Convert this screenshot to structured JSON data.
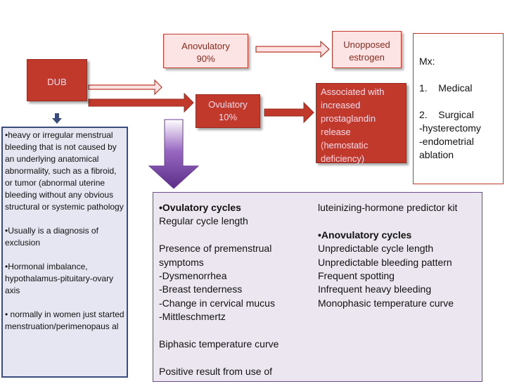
{
  "dub": "DUB",
  "anovulatory": {
    "label": "Anovulatory",
    "pct": "90%"
  },
  "ovulatory": {
    "label": "Ovulatory",
    "pct": "10%"
  },
  "unopposed": {
    "line1": "Unopposed",
    "line2": "estrogen"
  },
  "associated": [
    "Associated with",
    "increased",
    "prostaglandin",
    "release",
    "(hemostatic",
    "deficiency)"
  ],
  "mx": {
    "title": "Mx:",
    "item1": "1.    Medical",
    "item2": "2.    Surgical",
    "line3": "-hysterectomy",
    "line4": "-endometrial",
    "line5": "ablation"
  },
  "definition": [
    "•heavy or irregular menstrual bleeding that is not caused by an underlying anatomical abnormality, such as a fibroid, or tumor (abnormal uterine bleeding without any obvious structural or systemic pathology",
    "•Usually is a diagnosis of exclusion",
    "•Hormonal imbalance, hypothalamus-pituitary-ovary axis",
    "• normally in women just started menstruation/perimenopaus al"
  ],
  "cycles": {
    "ovulatory_title": "•Ovulatory cycles",
    "ov1": "Regular cycle length",
    "ov2": "Presence of premenstrual",
    "ov3": "symptoms",
    "ov4": "-Dysmenorrhea",
    "ov5": "-Breast tenderness",
    "ov6": "-Change in cervical mucus",
    "ov7": "-Mittleschmertz",
    "ov8": "Biphasic temperature curve",
    "ov9": "Positive result from use of",
    "ov10": "luteinizing-hormone predictor kit",
    "anov_title": "•Anovulatory cycles",
    "an1": "Unpredictable cycle length",
    "an2": "Unpredictable bleeding pattern",
    "an3": "Frequent spotting",
    "an4": "Infrequent heavy bleeding",
    "an5": "Monophasic temperature curve"
  },
  "colors": {
    "red": "#c0392b",
    "pink": "#fde4e4",
    "purple": "#6a3d9a",
    "navy": "#3a4c7c"
  }
}
